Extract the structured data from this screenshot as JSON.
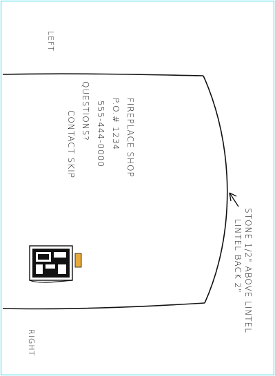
{
  "labels": {
    "left": "LEFT",
    "right": "RIGHT"
  },
  "notes": {
    "line1": "FIREPLACE SHOP",
    "line2": "P.O.# 1234",
    "line3": "555-444-0000",
    "line4": "QUESTIONS?",
    "line5": "CONTACT  SKIP"
  },
  "callout": {
    "line1": "STONE 1/2\" ABOVE  LINTEL",
    "line2": "LINTEL BACK 2\""
  },
  "colors": {
    "frame": "#2fd4e6",
    "ink": "#111111",
    "accent": "#e8a93a"
  }
}
